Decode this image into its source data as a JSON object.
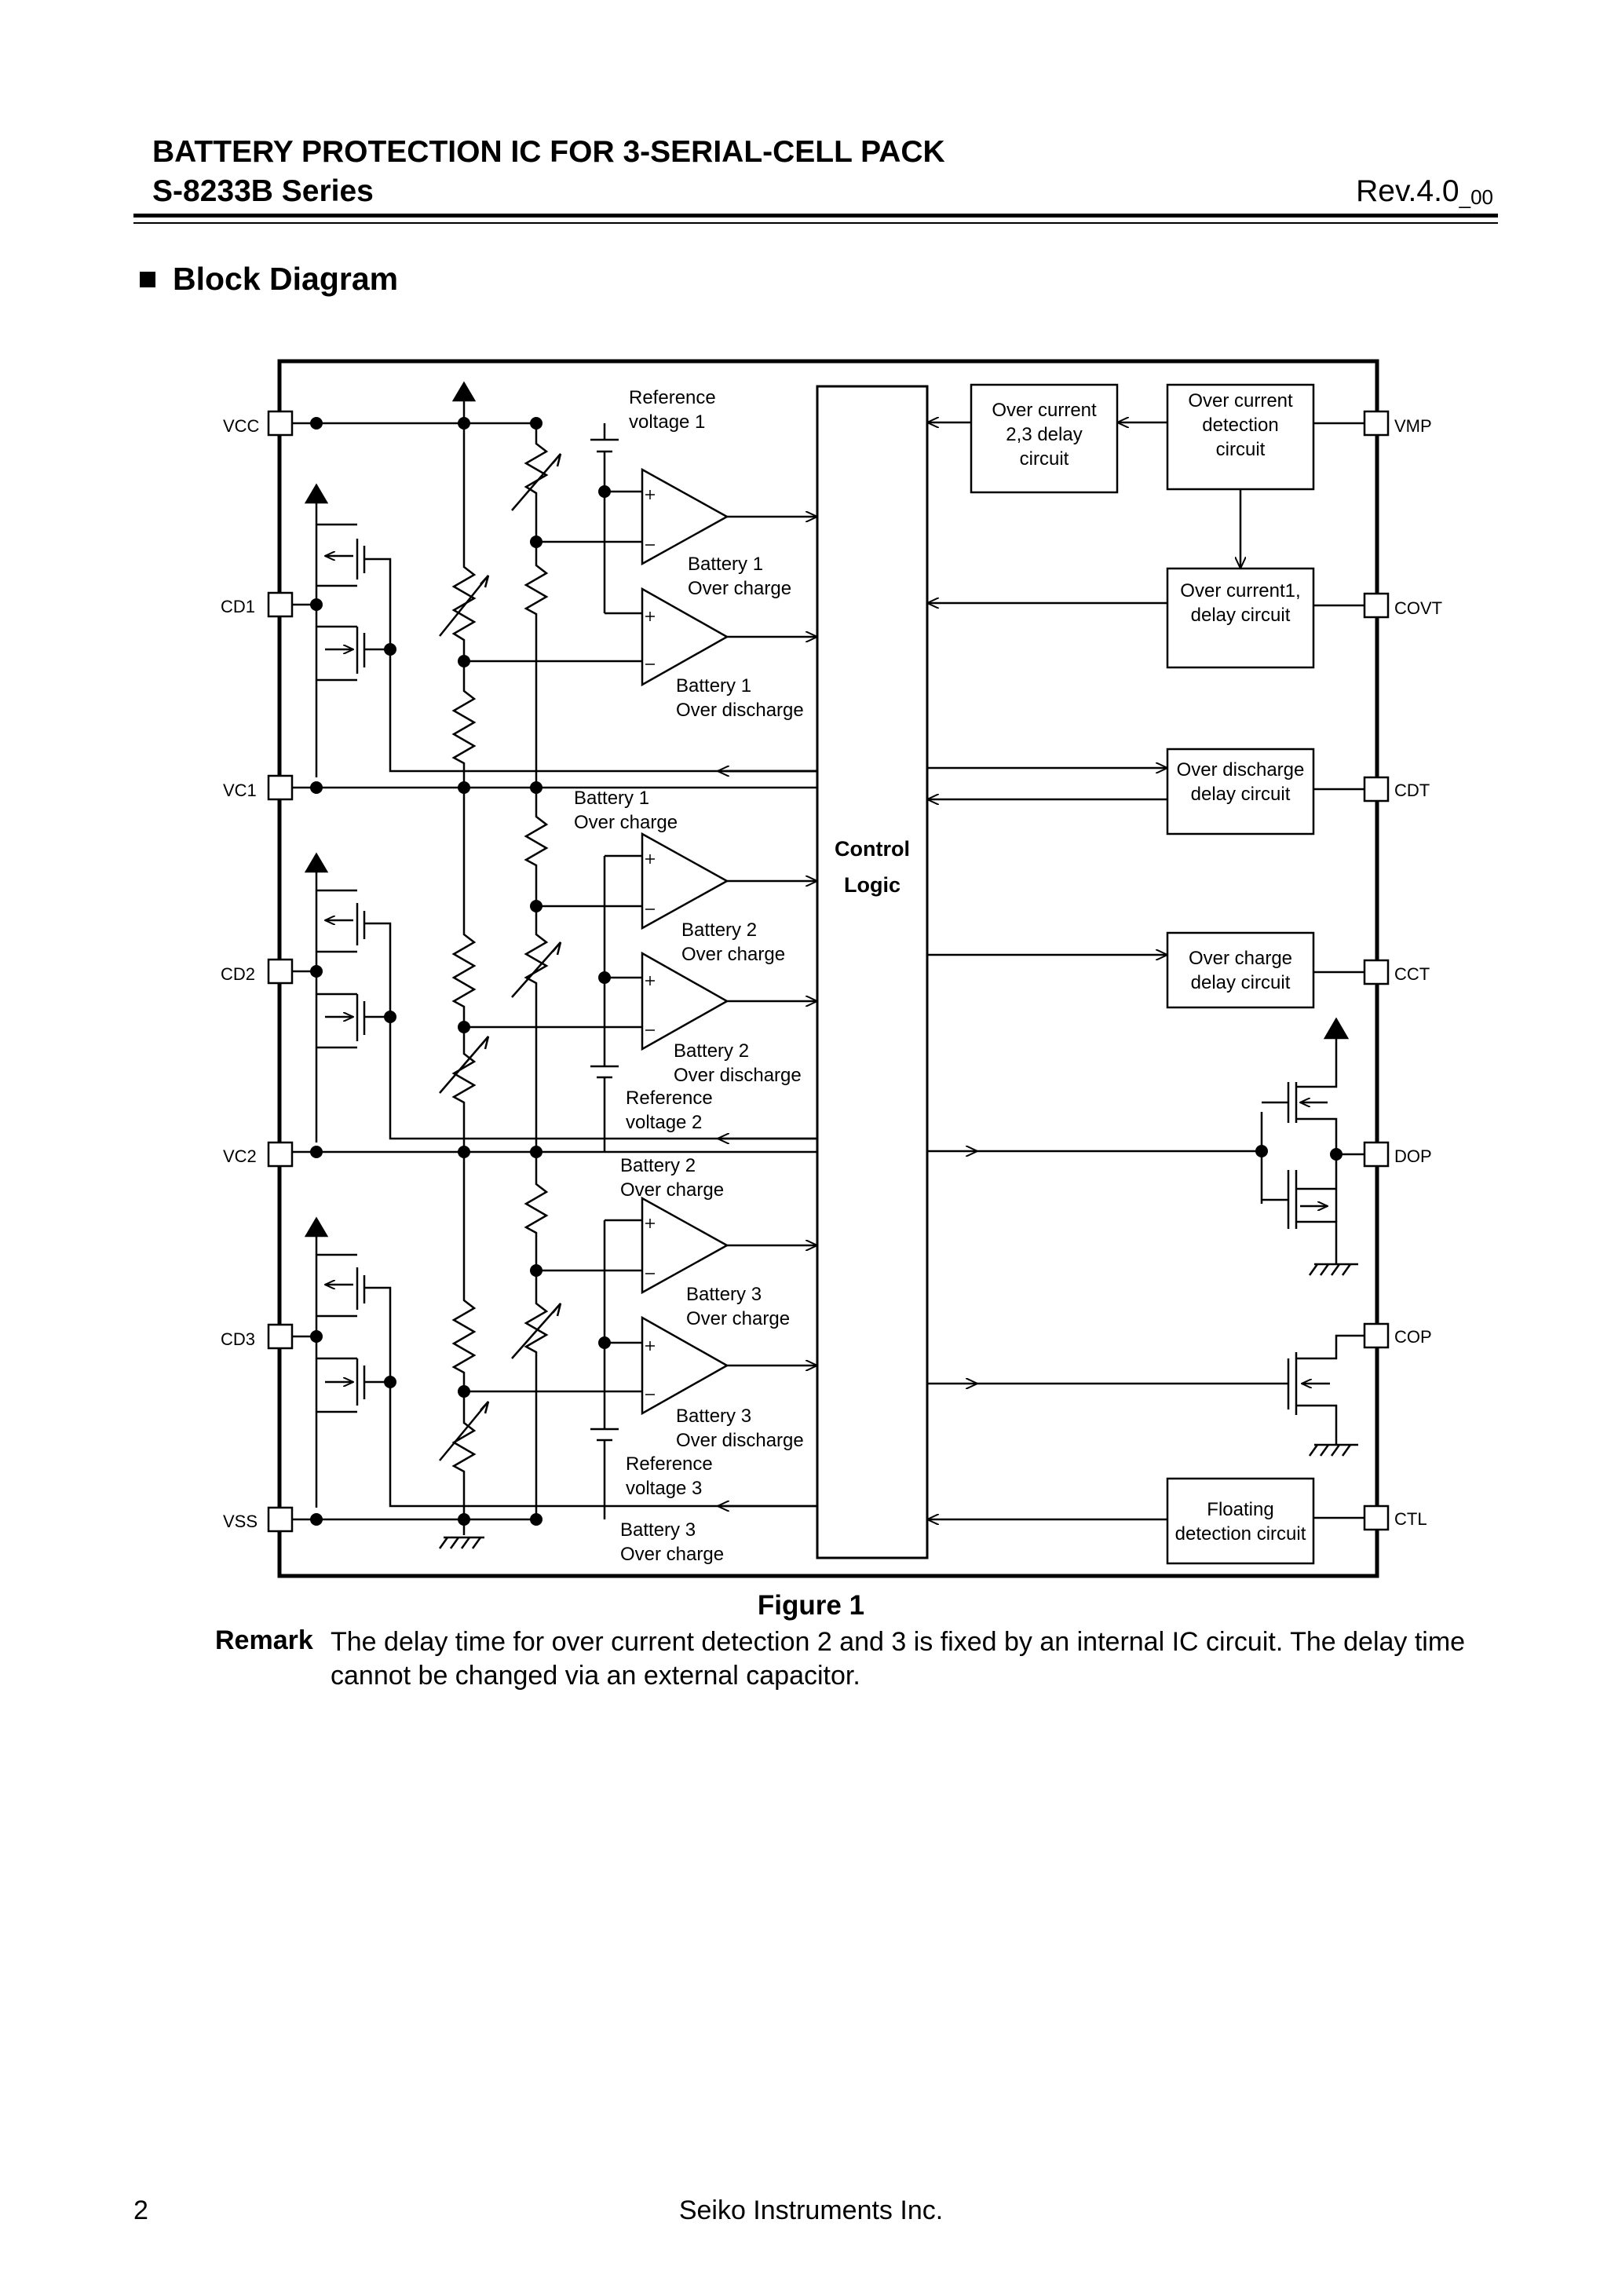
{
  "header": {
    "title_line1": "BATTERY PROTECTION IC FOR 3-SERIAL-CELL PACK",
    "title_line2": "S-8233B Series",
    "revision_main": "Rev.4.0",
    "revision_sub": "_00"
  },
  "section": {
    "title": "Block Diagram"
  },
  "diagram": {
    "pins_left": [
      "VCC",
      "CD1",
      "VC1",
      "CD2",
      "VC2",
      "CD3",
      "VSS"
    ],
    "pins_right": [
      "VMP",
      "COVT",
      "CDT",
      "CCT",
      "DOP",
      "COP",
      "CTL"
    ],
    "control_logic": [
      "Control",
      "Logic"
    ],
    "blocks": {
      "oc23": [
        "Over current",
        "2,3 delay",
        "circuit"
      ],
      "ocdet": [
        "Over current",
        "detection",
        "circuit"
      ],
      "oc1": [
        "Over current1,",
        "delay circuit"
      ],
      "odd": [
        "Over discharge",
        "delay circuit"
      ],
      "ocd": [
        "Over charge",
        "delay circuit"
      ],
      "float": [
        "Floating",
        "detection circuit"
      ]
    },
    "labels": {
      "ref1": [
        "Reference",
        "voltage 1"
      ],
      "ref2": [
        "Reference",
        "voltage 2"
      ],
      "ref3": [
        "Reference",
        "voltage 3"
      ],
      "b1oc_a": [
        "Battery 1",
        "Over charge"
      ],
      "b1od": [
        "Battery 1",
        "Over discharge"
      ],
      "b1oc_b": [
        "Battery 1",
        "Over charge"
      ],
      "b2oc_a": [
        "Battery 2",
        "Over charge"
      ],
      "b2od": [
        "Battery 2",
        "Over discharge"
      ],
      "b2oc_b": [
        "Battery 2",
        "Over charge"
      ],
      "b3oc_a": [
        "Battery 3",
        "Over charge"
      ],
      "b3od": [
        "Battery 3",
        "Over discharge"
      ],
      "b3oc_b": [
        "Battery 3",
        "Over charge"
      ]
    }
  },
  "figure": {
    "caption": "Figure 1"
  },
  "remark": {
    "label": "Remark",
    "text": "The delay time for over current detection 2 and 3 is fixed by an internal IC circuit.  The delay time cannot be changed via an external capacitor."
  },
  "footer": {
    "page_number": "2",
    "company": "Seiko Instruments Inc."
  }
}
